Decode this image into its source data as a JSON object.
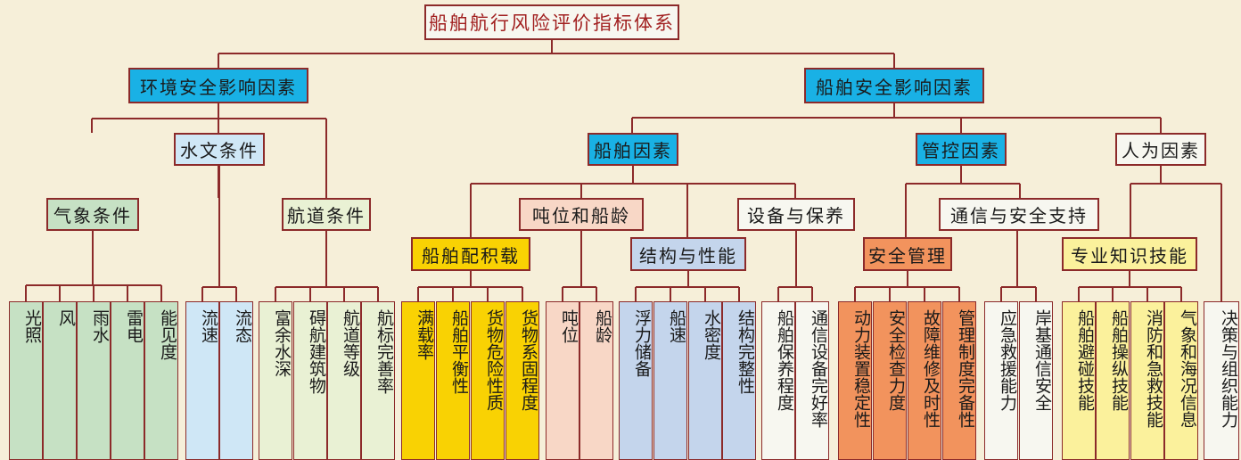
{
  "colors": {
    "background": "#f6efd9",
    "line": "#8c2a2a",
    "title_text": "#a11f1f",
    "cyan": "#19b1e5",
    "light_blue": "#cfe7f6",
    "green": "#c6e1c4",
    "light_green": "#e9f1d4",
    "yellow": "#f9d203",
    "peach": "#f8d7c6",
    "periwinkle": "#c4d5ec",
    "pale": "#f7f7f0",
    "orange": "#f2935d",
    "pale_yellow": "#fbf19c"
  },
  "root": {
    "id": "root",
    "label": "船舶航行风险评价指标体系",
    "color": "pale"
  },
  "level1": [
    {
      "id": "env",
      "label": "环境安全影响因素",
      "color": "cyan"
    },
    {
      "id": "ship",
      "label": "船舶安全影响因素",
      "color": "cyan"
    }
  ],
  "level2": [
    {
      "id": "hydro",
      "label": "水文条件",
      "color": "light_blue"
    },
    {
      "id": "weather",
      "label": "气象条件",
      "color": "green"
    },
    {
      "id": "channel",
      "label": "航道条件",
      "color": "light_green"
    },
    {
      "id": "vessel",
      "label": "船舶因素",
      "color": "cyan"
    },
    {
      "id": "control",
      "label": "管控因素",
      "color": "cyan"
    },
    {
      "id": "human",
      "label": "人为因素",
      "color": "pale"
    }
  ],
  "level3": [
    {
      "id": "tonnage",
      "label": "吨位和船龄",
      "color": "peach"
    },
    {
      "id": "equip",
      "label": "设备与保养",
      "color": "pale"
    },
    {
      "id": "comm",
      "label": "通信与安全支持",
      "color": "pale"
    },
    {
      "id": "cargo",
      "label": "船舶配积载",
      "color": "yellow"
    },
    {
      "id": "struct",
      "label": "结构与性能",
      "color": "periwinkle"
    },
    {
      "id": "safemgmt",
      "label": "安全管理",
      "color": "orange"
    },
    {
      "id": "skill",
      "label": "专业知识技能",
      "color": "pale_yellow"
    }
  ],
  "leaves": [
    {
      "label": "光照",
      "color": "green",
      "parent": "weather"
    },
    {
      "label": "风",
      "color": "green",
      "parent": "weather"
    },
    {
      "label": "雨水",
      "color": "green",
      "parent": "weather"
    },
    {
      "label": "雷电",
      "color": "green",
      "parent": "weather"
    },
    {
      "label": "能见度",
      "color": "green",
      "parent": "weather"
    },
    {
      "label": "流速",
      "color": "light_blue",
      "parent": "hydro"
    },
    {
      "label": "流态",
      "color": "light_blue",
      "parent": "hydro"
    },
    {
      "label": "富余水深",
      "color": "light_green",
      "parent": "channel"
    },
    {
      "label": "碍航建筑物",
      "color": "light_green",
      "parent": "channel"
    },
    {
      "label": "航道等级",
      "color": "light_green",
      "parent": "channel"
    },
    {
      "label": "航标完善率",
      "color": "light_green",
      "parent": "channel"
    },
    {
      "label": "满载率",
      "color": "yellow",
      "parent": "cargo"
    },
    {
      "label": "船舶平衡性",
      "color": "yellow",
      "parent": "cargo"
    },
    {
      "label": "货物危险性质",
      "color": "yellow",
      "parent": "cargo"
    },
    {
      "label": "货物系固程度",
      "color": "yellow",
      "parent": "cargo"
    },
    {
      "label": "吨位",
      "color": "peach",
      "parent": "tonnage"
    },
    {
      "label": "船龄",
      "color": "peach",
      "parent": "tonnage"
    },
    {
      "label": "浮力储备",
      "color": "periwinkle",
      "parent": "struct"
    },
    {
      "label": "船速",
      "color": "periwinkle",
      "parent": "struct"
    },
    {
      "label": "水密度",
      "color": "periwinkle",
      "parent": "struct"
    },
    {
      "label": "结构完整性",
      "color": "periwinkle",
      "parent": "struct"
    },
    {
      "label": "船舶保养程度",
      "color": "pale",
      "parent": "equip"
    },
    {
      "label": "通信设备完好率",
      "color": "pale",
      "parent": "equip"
    },
    {
      "label": "动力装置稳定性",
      "color": "orange",
      "parent": "safemgmt"
    },
    {
      "label": "安全检查力度",
      "color": "orange",
      "parent": "safemgmt"
    },
    {
      "label": "故障维修及时性",
      "color": "orange",
      "parent": "safemgmt"
    },
    {
      "label": "管理制度完备性",
      "color": "orange",
      "parent": "safemgmt"
    },
    {
      "label": "应急救援能力",
      "color": "pale",
      "parent": "comm"
    },
    {
      "label": "岸基通信安全",
      "color": "pale",
      "parent": "comm"
    },
    {
      "label": "船舶避碰技能",
      "color": "pale_yellow",
      "parent": "skill"
    },
    {
      "label": "船舶操纵技能",
      "color": "pale_yellow",
      "parent": "skill"
    },
    {
      "label": "消防和急救技能",
      "color": "pale_yellow",
      "parent": "skill"
    },
    {
      "label": "气象和海况信息",
      "color": "pale_yellow",
      "parent": "skill"
    },
    {
      "label": "决策与组织能力",
      "color": "pale",
      "parent": "human"
    }
  ],
  "edges": [
    [
      "root",
      "env"
    ],
    [
      "root",
      "ship"
    ],
    [
      "env",
      "hydro"
    ],
    [
      "env",
      "weather"
    ],
    [
      "env",
      "channel"
    ],
    [
      "ship",
      "vessel"
    ],
    [
      "ship",
      "control"
    ],
    [
      "ship",
      "human"
    ],
    [
      "vessel",
      "cargo"
    ],
    [
      "vessel",
      "tonnage"
    ],
    [
      "vessel",
      "struct"
    ],
    [
      "vessel",
      "equip"
    ],
    [
      "control",
      "safemgmt"
    ],
    [
      "control",
      "comm"
    ],
    [
      "human",
      "skill"
    ]
  ]
}
